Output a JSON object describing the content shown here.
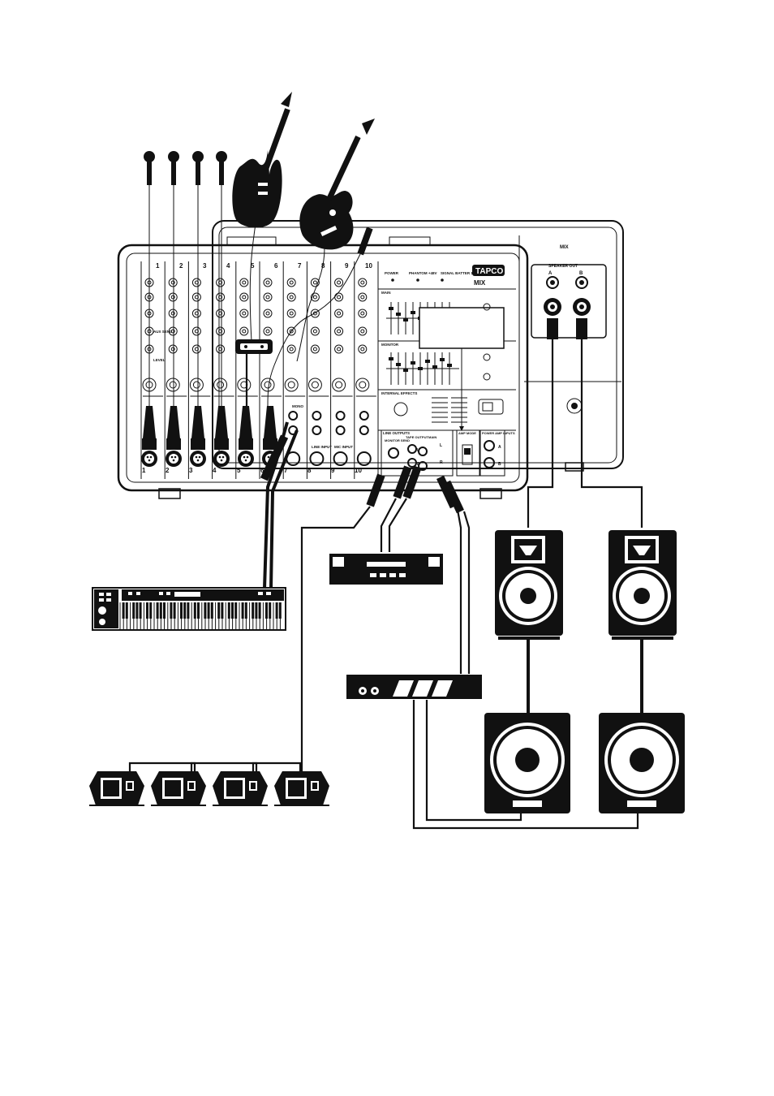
{
  "mixer": {
    "brand": "TAPCO",
    "model": "MIX",
    "side_model": "MIX",
    "channel_numbers": [
      "1",
      "2",
      "3",
      "4",
      "5",
      "6",
      "7",
      "8",
      "9",
      "10"
    ],
    "top_labels": [
      "POWER",
      "PHANTOM +48V",
      "SIGNAL BATTER 18V"
    ],
    "section_labels": {
      "main": "MAIN",
      "monitor": "MONITOR",
      "internal_effects": "INTERNAL EFFECTS",
      "line_outputs": "LINE OUTPUTS",
      "monitor_send": "MONITOR SEND",
      "tape_output": "TAPE OUTPUT",
      "main_out": "MAIN",
      "amp_mode": "AMP MODE",
      "power_amp_inputs": "POWER AMP INPUTS",
      "speaker_out": "SPEAKER OUT",
      "aux_send": "AUX SEND",
      "level": "LEVEL",
      "mono": "MONO",
      "line_input": "LINE INPUT",
      "mic_input": "MIC INPUT"
    },
    "lr": [
      "L",
      "R"
    ],
    "ab": [
      "A",
      "B"
    ]
  },
  "colors": {
    "ink": "#111111",
    "paper": "#ffffff"
  }
}
